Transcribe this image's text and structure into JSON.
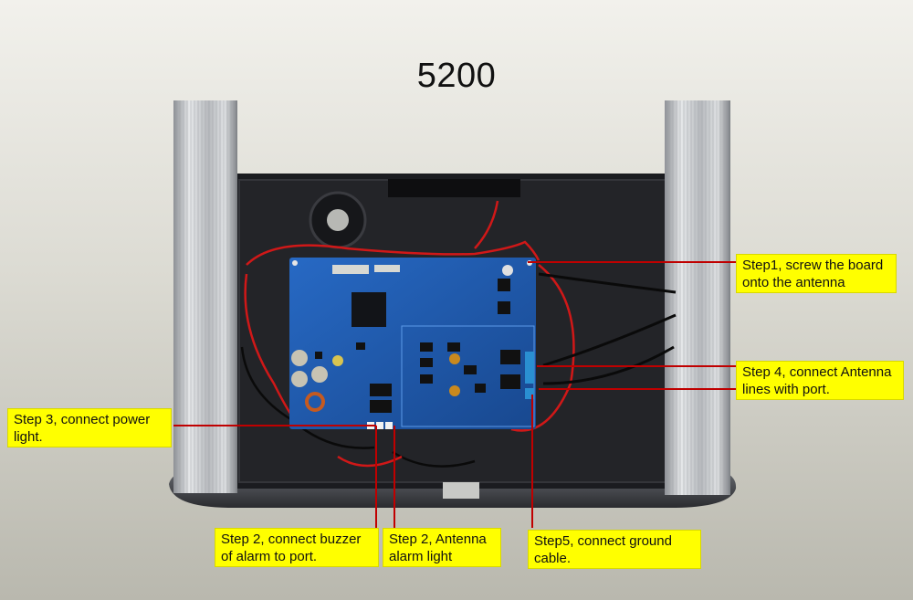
{
  "title": "5200",
  "callouts": {
    "step1": "Step1, screw the board\nonto the antenna",
    "step4": "Step 4, connect Antenna\nlines with port.",
    "step3": "Step 3, connect power\nlight.",
    "step2_buzzer": "Step 2, connect buzzer\nof alarm to port.",
    "step2_light": "Step 2, Antenna\nalarm light",
    "step5": "Step5, connect ground\ncable."
  },
  "board_chip_label": "",
  "colors": {
    "callout_bg": "#ffff00",
    "leader_line": "#c00000",
    "pcb": "#1f5fb5",
    "enclosure": "#1b1c20",
    "aluminium": "#c9ccd0"
  }
}
